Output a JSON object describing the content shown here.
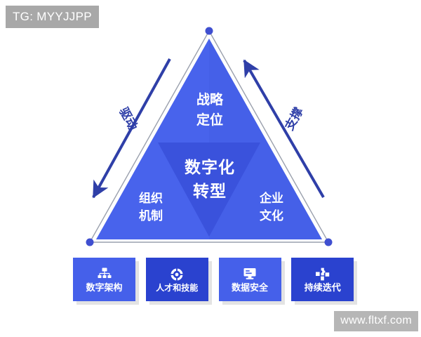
{
  "watermarks": {
    "top_left": "TG: MYYJJPP",
    "bottom_right": "www.fltxf.com"
  },
  "pyramid": {
    "apex": {
      "line1": "战略",
      "line2": "定位"
    },
    "core": {
      "line1": "数字化",
      "line2": "转型"
    },
    "bottom_left": {
      "line1": "组织",
      "line2": "机制"
    },
    "bottom_right": {
      "line1": "企业",
      "line2": "文化"
    }
  },
  "arrows": {
    "left_label": "驱动",
    "right_label": "支撑"
  },
  "cards": [
    {
      "label": "数字架构",
      "icon": "org-chart-icon",
      "variant": "light"
    },
    {
      "label": "人才和技能",
      "icon": "target-icon",
      "variant": "dark"
    },
    {
      "label": "数据安全",
      "icon": "monitor-icon",
      "variant": "light"
    },
    {
      "label": "持续迭代",
      "icon": "puzzle-icon",
      "variant": "dark"
    }
  ],
  "colors": {
    "triangle_fill": "#4560e8",
    "triangle_fill_light": "#4a66ee",
    "inner_triangle": "#3d55dd",
    "node_blue": "#3f4fd0",
    "arrow_navy": "#2f3fa8",
    "card_light": "#4560ea",
    "card_dark": "#2a42cf",
    "outline": "#9aa0ad",
    "watermark_gray": "#a8a8a8"
  }
}
